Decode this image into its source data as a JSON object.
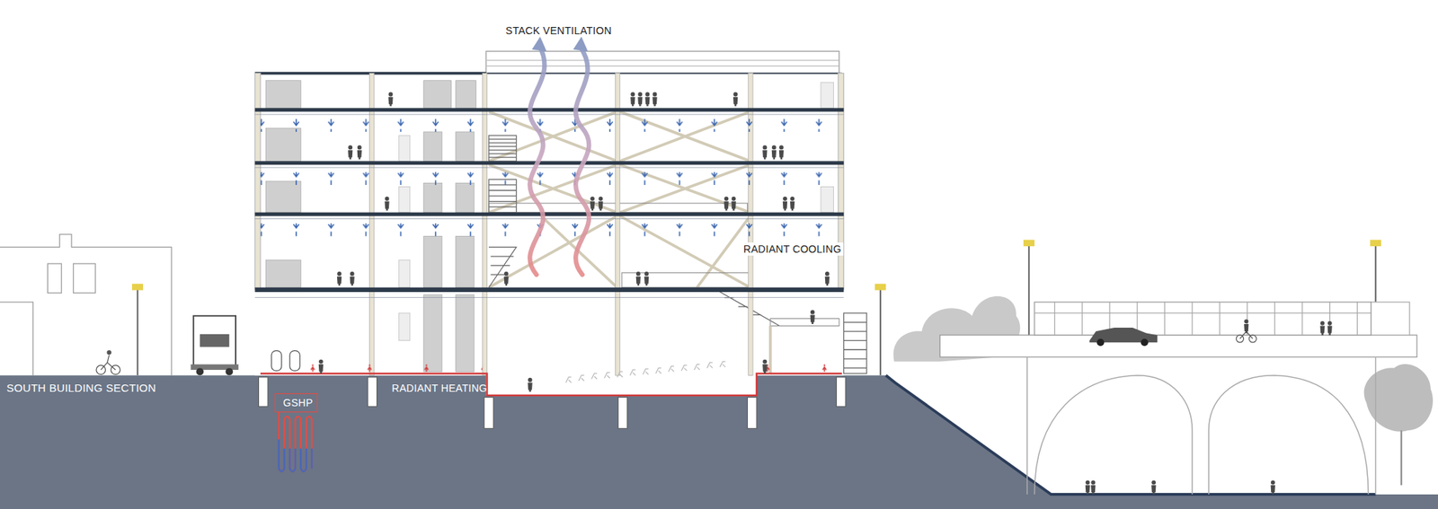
{
  "diagram": {
    "labels": [
      "STACK VENTILATION",
      "RADIANT COOLING",
      "SOUTH BUILDING SECTION",
      "GSHP",
      "RADIANT HEATING"
    ]
  }
}
